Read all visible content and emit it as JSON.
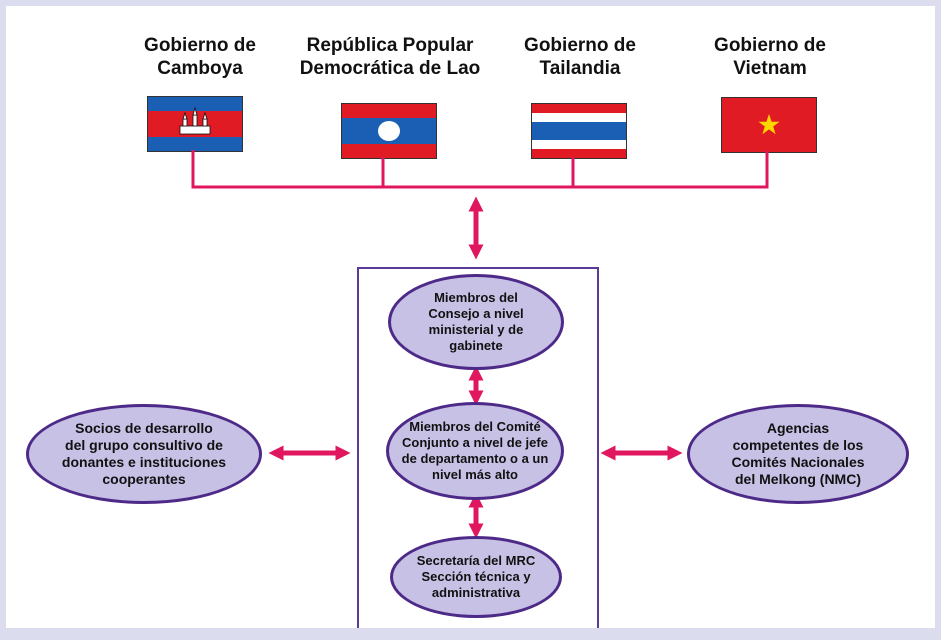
{
  "governments": [
    {
      "title": "Gobierno de\nCamboya",
      "flag": "cambodia-flag"
    },
    {
      "title": "República Popular\nDemocrática de Lao",
      "flag": "laos-flag"
    },
    {
      "title": "Gobierno de\nTailandia",
      "flag": "thailand-flag"
    },
    {
      "title": "Gobierno de\nVietnam",
      "flag": "vietnam-flag"
    }
  ],
  "nodes": {
    "council": "Miembros del\nConsejo a nivel\nministerial y de\ngabinete",
    "joint_committee": "Miembros del Comité\nConjunto a nivel de jefe\nde departamento o a un\nnivel más alto",
    "secretariat": "Secretaría del MRC\nSección técnica y\nadministrativa",
    "partners": "Socios de desarrollo\ndel grupo consultivo de\ndonantes e instituciones\ncooperantes",
    "agencies": "Agencias\ncompetentes de los\nComités Nacionales\ndel Melkong (NMC)"
  },
  "colors": {
    "connector": "#e0175f",
    "ellipse_fill": "#c7c1e6",
    "ellipse_border": "#4e2a88",
    "box_border": "#5b3a95",
    "page_border": "#dcdcef"
  }
}
